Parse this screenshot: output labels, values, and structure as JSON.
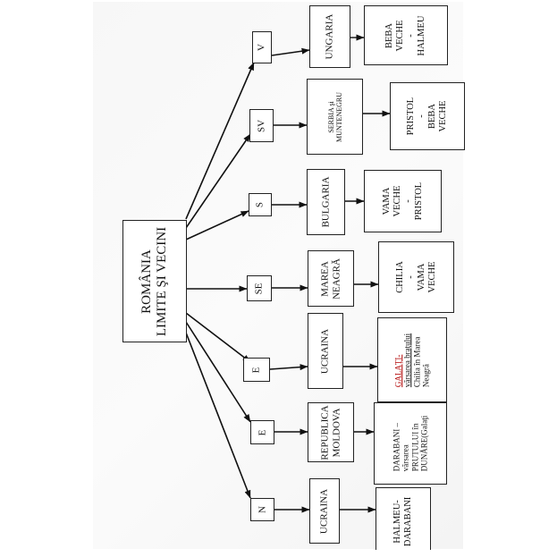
{
  "diagram": {
    "title_line1": "ROMÂNIA",
    "title_line2": "LIMITE ŞI VECINI",
    "branches": [
      {
        "dir": "N",
        "neighbor": [
          "UCRAINA"
        ],
        "limit": [
          "HALMEU-",
          "DARABANI"
        ]
      },
      {
        "dir": "E",
        "neighbor": [
          "REPUBLICA",
          "MOLDOVA"
        ],
        "limit": [
          "DARABANI –",
          "vărsarea",
          "PRUTULUI în",
          "DUNĂRE(Galaţi"
        ]
      },
      {
        "dir": "E",
        "neighbor": [
          "UCRAINA"
        ],
        "limit_head": "GALAŢI-",
        "limit": [
          "vărsarea braţului",
          "Chilia în Marea",
          "Neagră"
        ]
      },
      {
        "dir": "SE",
        "neighbor": [
          "MAREA",
          "NEAGRĂ"
        ],
        "limit": [
          "CHILIA",
          "-",
          "VAMA",
          "VECHE"
        ]
      },
      {
        "dir": "S",
        "neighbor": [
          "BULGARIA"
        ],
        "limit": [
          "VAMA",
          "VECHE",
          "-",
          "PRISTOL"
        ]
      },
      {
        "dir": "SV",
        "neighbor": [
          "SERBIA şi",
          "MUNTENEGRU"
        ],
        "limit": [
          "PRISTOL",
          "-",
          "BEBA",
          "VECHE"
        ]
      },
      {
        "dir": "V",
        "neighbor": [
          "UNGARIA"
        ],
        "limit": [
          "BEBA",
          "VECHE",
          "-",
          "HALMEU"
        ]
      }
    ]
  }
}
